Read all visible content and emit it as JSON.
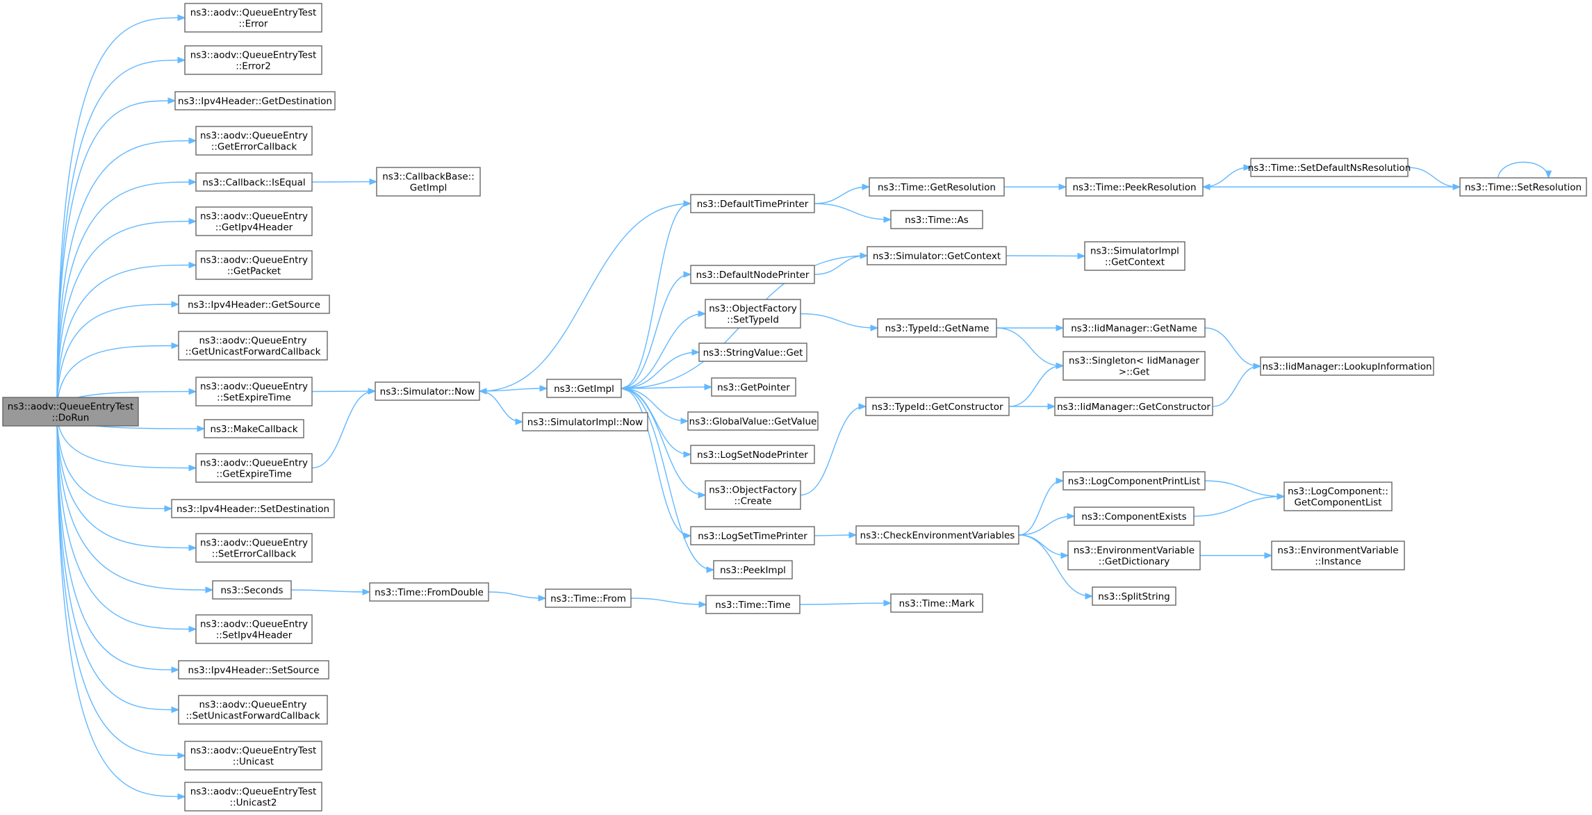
{
  "nodes": [
    {
      "id": "root",
      "lines": [
        "ns3::aodv::QueueEntryTest",
        "::DoRun"
      ],
      "root": true
    },
    {
      "id": "qet_error",
      "lines": [
        "ns3::aodv::QueueEntryTest",
        "::Error"
      ]
    },
    {
      "id": "qet_error2",
      "lines": [
        "ns3::aodv::QueueEntryTest",
        "::Error2"
      ]
    },
    {
      "id": "ipv4_getdest",
      "lines": [
        "ns3::Ipv4Header::GetDestination"
      ]
    },
    {
      "id": "qe_geterrcb",
      "lines": [
        "ns3::aodv::QueueEntry",
        "::GetErrorCallback"
      ]
    },
    {
      "id": "cb_isequal",
      "lines": [
        "ns3::Callback::IsEqual"
      ]
    },
    {
      "id": "qe_getipv4",
      "lines": [
        "ns3::aodv::QueueEntry",
        "::GetIpv4Header"
      ]
    },
    {
      "id": "qe_getpacket",
      "lines": [
        "ns3::aodv::QueueEntry",
        "::GetPacket"
      ]
    },
    {
      "id": "ipv4_getsrc",
      "lines": [
        "ns3::Ipv4Header::GetSource"
      ]
    },
    {
      "id": "qe_getucb",
      "lines": [
        "ns3::aodv::QueueEntry",
        "::GetUnicastForwardCallback"
      ]
    },
    {
      "id": "qe_setexp",
      "lines": [
        "ns3::aodv::QueueEntry",
        "::SetExpireTime"
      ]
    },
    {
      "id": "makecb",
      "lines": [
        "ns3::MakeCallback"
      ]
    },
    {
      "id": "qe_getexp",
      "lines": [
        "ns3::aodv::QueueEntry",
        "::GetExpireTime"
      ]
    },
    {
      "id": "ipv4_setdest",
      "lines": [
        "ns3::Ipv4Header::SetDestination"
      ]
    },
    {
      "id": "qe_seterrcb",
      "lines": [
        "ns3::aodv::QueueEntry",
        "::SetErrorCallback"
      ]
    },
    {
      "id": "seconds",
      "lines": [
        "ns3::Seconds"
      ]
    },
    {
      "id": "qe_setipv4",
      "lines": [
        "ns3::aodv::QueueEntry",
        "::SetIpv4Header"
      ]
    },
    {
      "id": "ipv4_setsrc",
      "lines": [
        "ns3::Ipv4Header::SetSource"
      ]
    },
    {
      "id": "qe_setucb",
      "lines": [
        "ns3::aodv::QueueEntry",
        "::SetUnicastForwardCallback"
      ]
    },
    {
      "id": "qet_unicast",
      "lines": [
        "ns3::aodv::QueueEntryTest",
        "::Unicast"
      ]
    },
    {
      "id": "qet_unicast2",
      "lines": [
        "ns3::aodv::QueueEntryTest",
        "::Unicast2"
      ]
    },
    {
      "id": "cbbase_getimpl",
      "lines": [
        "ns3::CallbackBase::",
        "GetImpl"
      ]
    },
    {
      "id": "sim_now",
      "lines": [
        "ns3::Simulator::Now"
      ]
    },
    {
      "id": "time_fromdouble",
      "lines": [
        "ns3::Time::FromDouble"
      ]
    },
    {
      "id": "getimpl",
      "lines": [
        "ns3::GetImpl"
      ]
    },
    {
      "id": "simimpl_now",
      "lines": [
        "ns3::SimulatorImpl::Now"
      ]
    },
    {
      "id": "time_from",
      "lines": [
        "ns3::Time::From"
      ]
    },
    {
      "id": "deftimeprinter",
      "lines": [
        "ns3::DefaultTimePrinter"
      ]
    },
    {
      "id": "defnodeprinter",
      "lines": [
        "ns3::DefaultNodePrinter"
      ]
    },
    {
      "id": "of_settypeid",
      "lines": [
        "ns3::ObjectFactory",
        "::SetTypeId"
      ]
    },
    {
      "id": "stringvalue_get",
      "lines": [
        "ns3::StringValue::Get"
      ]
    },
    {
      "id": "getpointer",
      "lines": [
        "ns3::GetPointer"
      ]
    },
    {
      "id": "gv_getvalue",
      "lines": [
        "ns3::GlobalValue::GetValue"
      ]
    },
    {
      "id": "logsetnodeprinter",
      "lines": [
        "ns3::LogSetNodePrinter"
      ]
    },
    {
      "id": "of_create",
      "lines": [
        "ns3::ObjectFactory",
        "::Create"
      ]
    },
    {
      "id": "logsettimeprinter",
      "lines": [
        "ns3::LogSetTimePrinter"
      ]
    },
    {
      "id": "peekimpl",
      "lines": [
        "ns3::PeekImpl"
      ]
    },
    {
      "id": "time_time",
      "lines": [
        "ns3::Time::Time"
      ]
    },
    {
      "id": "time_getres",
      "lines": [
        "ns3::Time::GetResolution"
      ]
    },
    {
      "id": "time_as",
      "lines": [
        "ns3::Time::As"
      ]
    },
    {
      "id": "sim_getcontext",
      "lines": [
        "ns3::Simulator::GetContext"
      ]
    },
    {
      "id": "typeid_getname",
      "lines": [
        "ns3::TypeId::GetName"
      ]
    },
    {
      "id": "typeid_getctor",
      "lines": [
        "ns3::TypeId::GetConstructor"
      ]
    },
    {
      "id": "checkenv",
      "lines": [
        "ns3::CheckEnvironmentVariables"
      ]
    },
    {
      "id": "time_mark",
      "lines": [
        "ns3::Time::Mark"
      ]
    },
    {
      "id": "time_peekres",
      "lines": [
        "ns3::Time::PeekResolution"
      ]
    },
    {
      "id": "simimpl_getcontext",
      "lines": [
        "ns3::SimulatorImpl",
        "::GetContext"
      ]
    },
    {
      "id": "iid_getname",
      "lines": [
        "ns3::IidManager::GetName"
      ]
    },
    {
      "id": "singleton_get",
      "lines": [
        "ns3::Singleton< IidManager",
        ">::Get"
      ]
    },
    {
      "id": "iid_getctor",
      "lines": [
        "ns3::IidManager::GetConstructor"
      ]
    },
    {
      "id": "logcompprintlist",
      "lines": [
        "ns3::LogComponentPrintList"
      ]
    },
    {
      "id": "compexists",
      "lines": [
        "ns3::ComponentExists"
      ]
    },
    {
      "id": "envvar_getdict",
      "lines": [
        "ns3::EnvironmentVariable",
        "::GetDictionary"
      ]
    },
    {
      "id": "splitstring",
      "lines": [
        "ns3::SplitString"
      ]
    },
    {
      "id": "time_setdefns",
      "lines": [
        "ns3::Time::SetDefaultNsResolution"
      ]
    },
    {
      "id": "iid_lookupinfo",
      "lines": [
        "ns3::IidManager::LookupInformation"
      ]
    },
    {
      "id": "logcomp_getlist",
      "lines": [
        "ns3::LogComponent::",
        "GetComponentList"
      ]
    },
    {
      "id": "envvar_instance",
      "lines": [
        "ns3::EnvironmentVariable",
        "::Instance"
      ]
    },
    {
      "id": "time_setres",
      "lines": [
        "ns3::Time::SetResolution"
      ]
    }
  ],
  "edges": [
    [
      "root",
      "qet_error"
    ],
    [
      "root",
      "qet_error2"
    ],
    [
      "root",
      "ipv4_getdest"
    ],
    [
      "root",
      "qe_geterrcb"
    ],
    [
      "root",
      "cb_isequal"
    ],
    [
      "root",
      "qe_getipv4"
    ],
    [
      "root",
      "qe_getpacket"
    ],
    [
      "root",
      "ipv4_getsrc"
    ],
    [
      "root",
      "qe_getucb"
    ],
    [
      "root",
      "qe_setexp"
    ],
    [
      "root",
      "makecb"
    ],
    [
      "root",
      "qe_getexp"
    ],
    [
      "root",
      "ipv4_setdest"
    ],
    [
      "root",
      "qe_seterrcb"
    ],
    [
      "root",
      "seconds"
    ],
    [
      "root",
      "qe_setipv4"
    ],
    [
      "root",
      "ipv4_setsrc"
    ],
    [
      "root",
      "qe_setucb"
    ],
    [
      "root",
      "qet_unicast"
    ],
    [
      "root",
      "qet_unicast2"
    ],
    [
      "cb_isequal",
      "cbbase_getimpl"
    ],
    [
      "qe_setexp",
      "sim_now"
    ],
    [
      "qe_getexp",
      "sim_now"
    ],
    [
      "seconds",
      "time_fromdouble"
    ],
    [
      "sim_now",
      "getimpl"
    ],
    [
      "sim_now",
      "simimpl_now"
    ],
    [
      "time_fromdouble",
      "time_from"
    ],
    [
      "time_from",
      "time_time"
    ],
    [
      "getimpl",
      "deftimeprinter"
    ],
    [
      "getimpl",
      "defnodeprinter"
    ],
    [
      "getimpl",
      "of_settypeid"
    ],
    [
      "getimpl",
      "stringvalue_get"
    ],
    [
      "getimpl",
      "getpointer"
    ],
    [
      "getimpl",
      "gv_getvalue"
    ],
    [
      "getimpl",
      "logsetnodeprinter"
    ],
    [
      "getimpl",
      "of_create"
    ],
    [
      "getimpl",
      "logsettimeprinter"
    ],
    [
      "getimpl",
      "peekimpl"
    ],
    [
      "deftimeprinter",
      "sim_now"
    ],
    [
      "sim_getcontext",
      "getimpl"
    ],
    [
      "deftimeprinter",
      "time_getres"
    ],
    [
      "deftimeprinter",
      "time_as"
    ],
    [
      "defnodeprinter",
      "sim_getcontext"
    ],
    [
      "of_settypeid",
      "typeid_getname"
    ],
    [
      "of_create",
      "typeid_getctor"
    ],
    [
      "logsettimeprinter",
      "checkenv"
    ],
    [
      "time_time",
      "time_mark"
    ],
    [
      "time_getres",
      "time_peekres"
    ],
    [
      "sim_getcontext",
      "simimpl_getcontext"
    ],
    [
      "typeid_getname",
      "iid_getname"
    ],
    [
      "typeid_getname",
      "singleton_get"
    ],
    [
      "typeid_getctor",
      "singleton_get"
    ],
    [
      "typeid_getctor",
      "iid_getctor"
    ],
    [
      "checkenv",
      "logcompprintlist"
    ],
    [
      "checkenv",
      "compexists"
    ],
    [
      "checkenv",
      "envvar_getdict"
    ],
    [
      "checkenv",
      "splitstring"
    ],
    [
      "time_peekres",
      "time_setdefns"
    ],
    [
      "iid_getname",
      "iid_lookupinfo"
    ],
    [
      "iid_getctor",
      "iid_lookupinfo"
    ],
    [
      "logcompprintlist",
      "logcomp_getlist"
    ],
    [
      "compexists",
      "logcomp_getlist"
    ],
    [
      "envvar_getdict",
      "envvar_instance"
    ],
    [
      "time_setdefns",
      "time_setres"
    ],
    [
      "time_setres",
      "time_peekres"
    ],
    [
      "time_setres",
      "time_setres"
    ]
  ]
}
